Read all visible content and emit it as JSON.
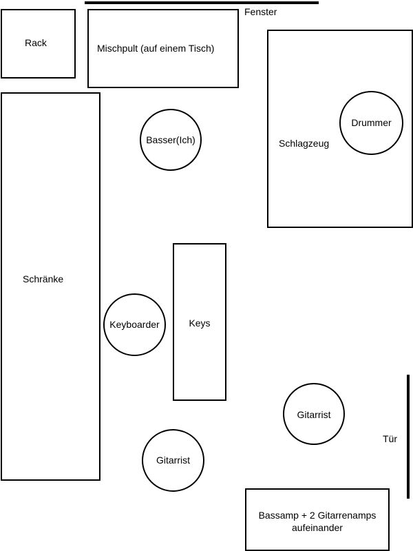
{
  "labels": {
    "window": "Fenster",
    "rack": "Rack",
    "mixer": "Mischpult (auf einem Tisch)",
    "drumkit": "Schlagzeug",
    "drummer": "Drummer",
    "bassist": "Basser(Ich)",
    "cabinets": "Schränke",
    "keyboardist": "Keyboarder",
    "keys": "Keys",
    "door": "Tür",
    "guitarist_right": "Gitarrist",
    "guitarist_left": "Gitarrist",
    "amps_line1": "Bassamp + 2 Gitarrenamps",
    "amps_line2": "aufeinander"
  }
}
